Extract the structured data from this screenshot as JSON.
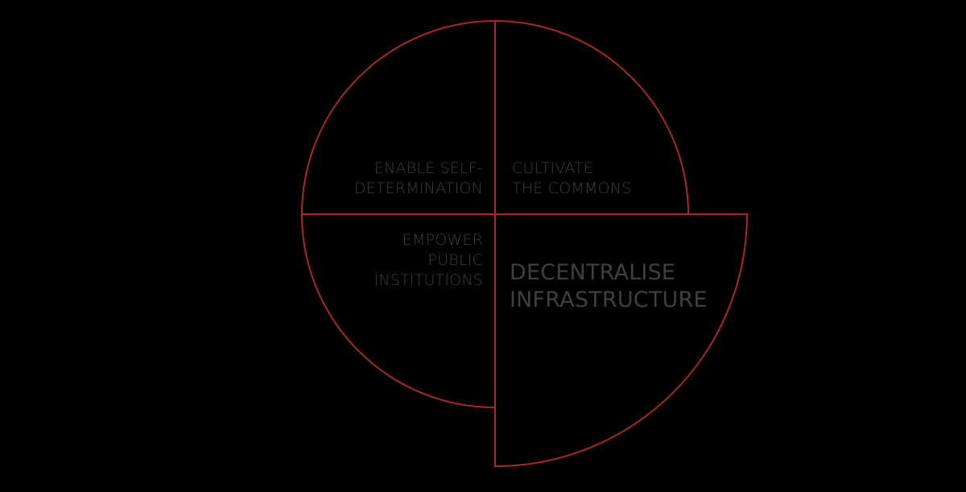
{
  "diagram": {
    "stroke_color": "#a4282f",
    "background": "#000000",
    "text_color": "#3d3d3d",
    "quadrants": [
      {
        "id": "top-left",
        "label": "ENABLE SELF-\nDETERMINATION"
      },
      {
        "id": "top-right",
        "label": "CULTIVATE\nTHE COMMONS"
      },
      {
        "id": "bottom-left",
        "label": "EMPOWER\nPUBLIC\nINSTITUTIONS"
      },
      {
        "id": "bottom-right",
        "label": "DECENTRALISE\nINFRASTRUCTURE",
        "emphasized": true
      }
    ]
  }
}
